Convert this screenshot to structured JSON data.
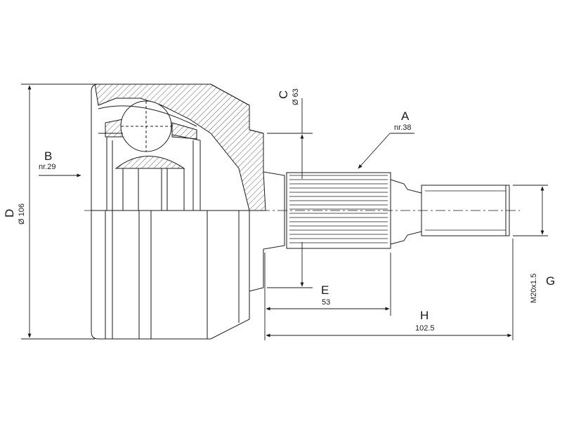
{
  "labels": {
    "A": {
      "letter": "A",
      "value": "nr.38"
    },
    "B": {
      "letter": "B",
      "value": "nr.29"
    },
    "C": {
      "letter": "C",
      "value": "Ø 63"
    },
    "D": {
      "letter": "D",
      "value": "Ø 106"
    },
    "E": {
      "letter": "E",
      "value": "53"
    },
    "G": {
      "letter": "G",
      "value": "M20x1.5"
    },
    "H": {
      "letter": "H",
      "value": "102.5"
    }
  }
}
